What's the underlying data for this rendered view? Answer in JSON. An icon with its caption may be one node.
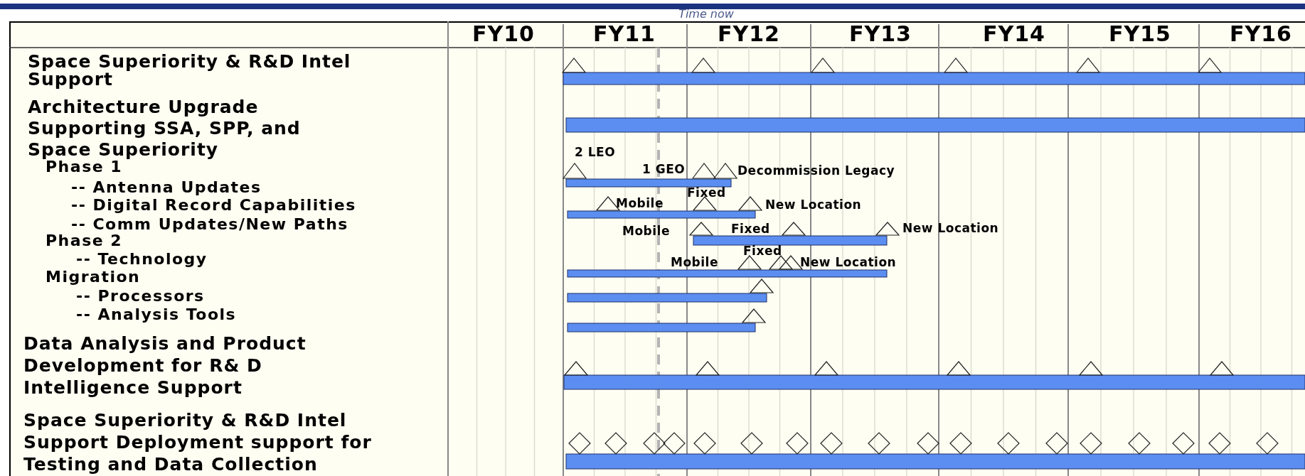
{
  "diagram": {
    "labels": [
      "Time now",
      "FY10",
      "FY11",
      "FY12",
      "FY13",
      "FY14",
      "FY15",
      "FY16",
      "Space Superiority & R&D Intel Support",
      "Architecture Upgrade Supporting SSA, SPP, and Space Superiority",
      "Phase 1",
      "2 LEO",
      "-- Antenna Updates",
      "1 GEO",
      "Decommission Legacy",
      "Fixed",
      "-- Digital Record Capabilities",
      "Mobile",
      "New Location",
      "-- Comm Updates/New Paths",
      "Mobile",
      "Fixed",
      "New Location",
      "Phase 2",
      "Fixed",
      "-- Technology",
      "Mobile",
      "New Location",
      "Migration",
      "-- Processors",
      "-- Analysis Tools",
      "Data Analysis and Product Development for R& D Intelligence Support",
      "Space Superiority & R&D Intel Support Deployment support for Testing and Data Collection"
    ]
  }
}
